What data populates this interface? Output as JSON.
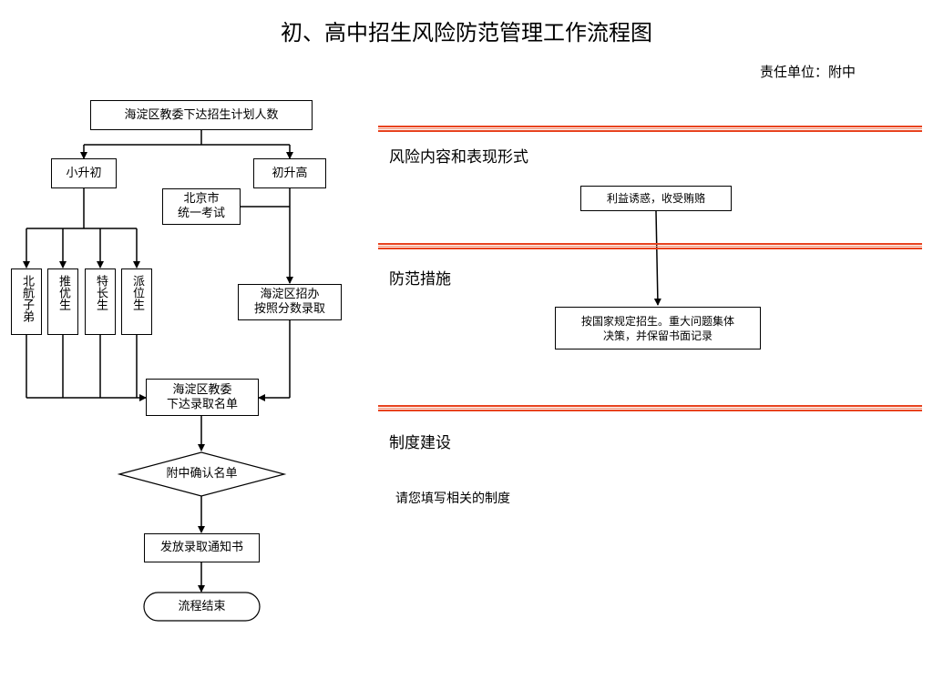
{
  "title": "初、高中招生风险防范管理工作流程图",
  "responsible_unit": "责任单位：附中",
  "flow": {
    "top": "海淀区教委下达招生计划人数",
    "primary_to_middle": "小升初",
    "middle_to_high": "初升高",
    "exam": {
      "line1": "北京市",
      "line2": "统一考试"
    },
    "channels": [
      "北航子弟",
      "推优生",
      "特长生",
      "派位生"
    ],
    "score_admission": {
      "line1": "海淀区招办",
      "line2": "按照分数录取"
    },
    "admission_list": {
      "line1": "海淀区教委",
      "line2": "下达录取名单"
    },
    "confirm": "附中确认名单",
    "notice": "发放录取通知书",
    "end": "流程结束"
  },
  "sections": {
    "risk": {
      "heading": "风险内容和表现形式",
      "item": "利益诱惑，收受贿赂"
    },
    "prevention": {
      "heading": "防范措施",
      "item_line1": "按国家规定招生。重大问题集体",
      "item_line2": "决策，并保留书面记录"
    },
    "system": {
      "heading": "制度建设",
      "note": "请您填写相关的制度"
    }
  },
  "colors": {
    "band": "#e8421e"
  }
}
